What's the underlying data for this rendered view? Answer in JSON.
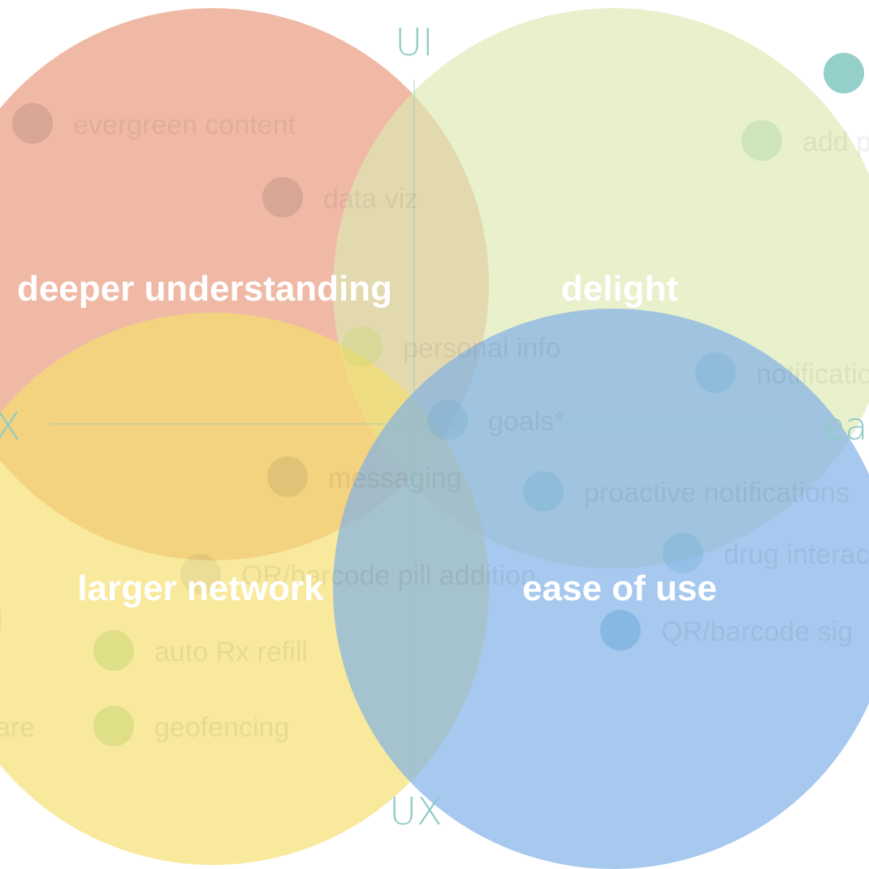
{
  "axes": {
    "top": "UI",
    "bottom": "UX",
    "left": "X",
    "right": "ea"
  },
  "quadrants": [
    {
      "label": "deeper understanding",
      "color": "#E9987A"
    },
    {
      "label": "delight",
      "color": "#DDE9B4"
    },
    {
      "label": "larger network",
      "color": "#F5DE6F"
    },
    {
      "label": "ease of use",
      "color": "#7EAFE8"
    }
  ],
  "features": [
    {
      "label": "evergreen content"
    },
    {
      "label": "data viz"
    },
    {
      "label": "add p"
    },
    {
      "label": "personal info"
    },
    {
      "label": "goals*"
    },
    {
      "label": "notificatio"
    },
    {
      "label": "messaging"
    },
    {
      "label": "proactive notifications"
    },
    {
      "label": "drug interac"
    },
    {
      "label": "QR/barcode pill addition"
    },
    {
      "label": "QR/barcode sig"
    },
    {
      "label": "auto Rx refill"
    },
    {
      "label": "geofencing"
    },
    {
      "label": "l"
    },
    {
      "label": "are"
    }
  ],
  "legend_marker_color": "#94CFC9"
}
